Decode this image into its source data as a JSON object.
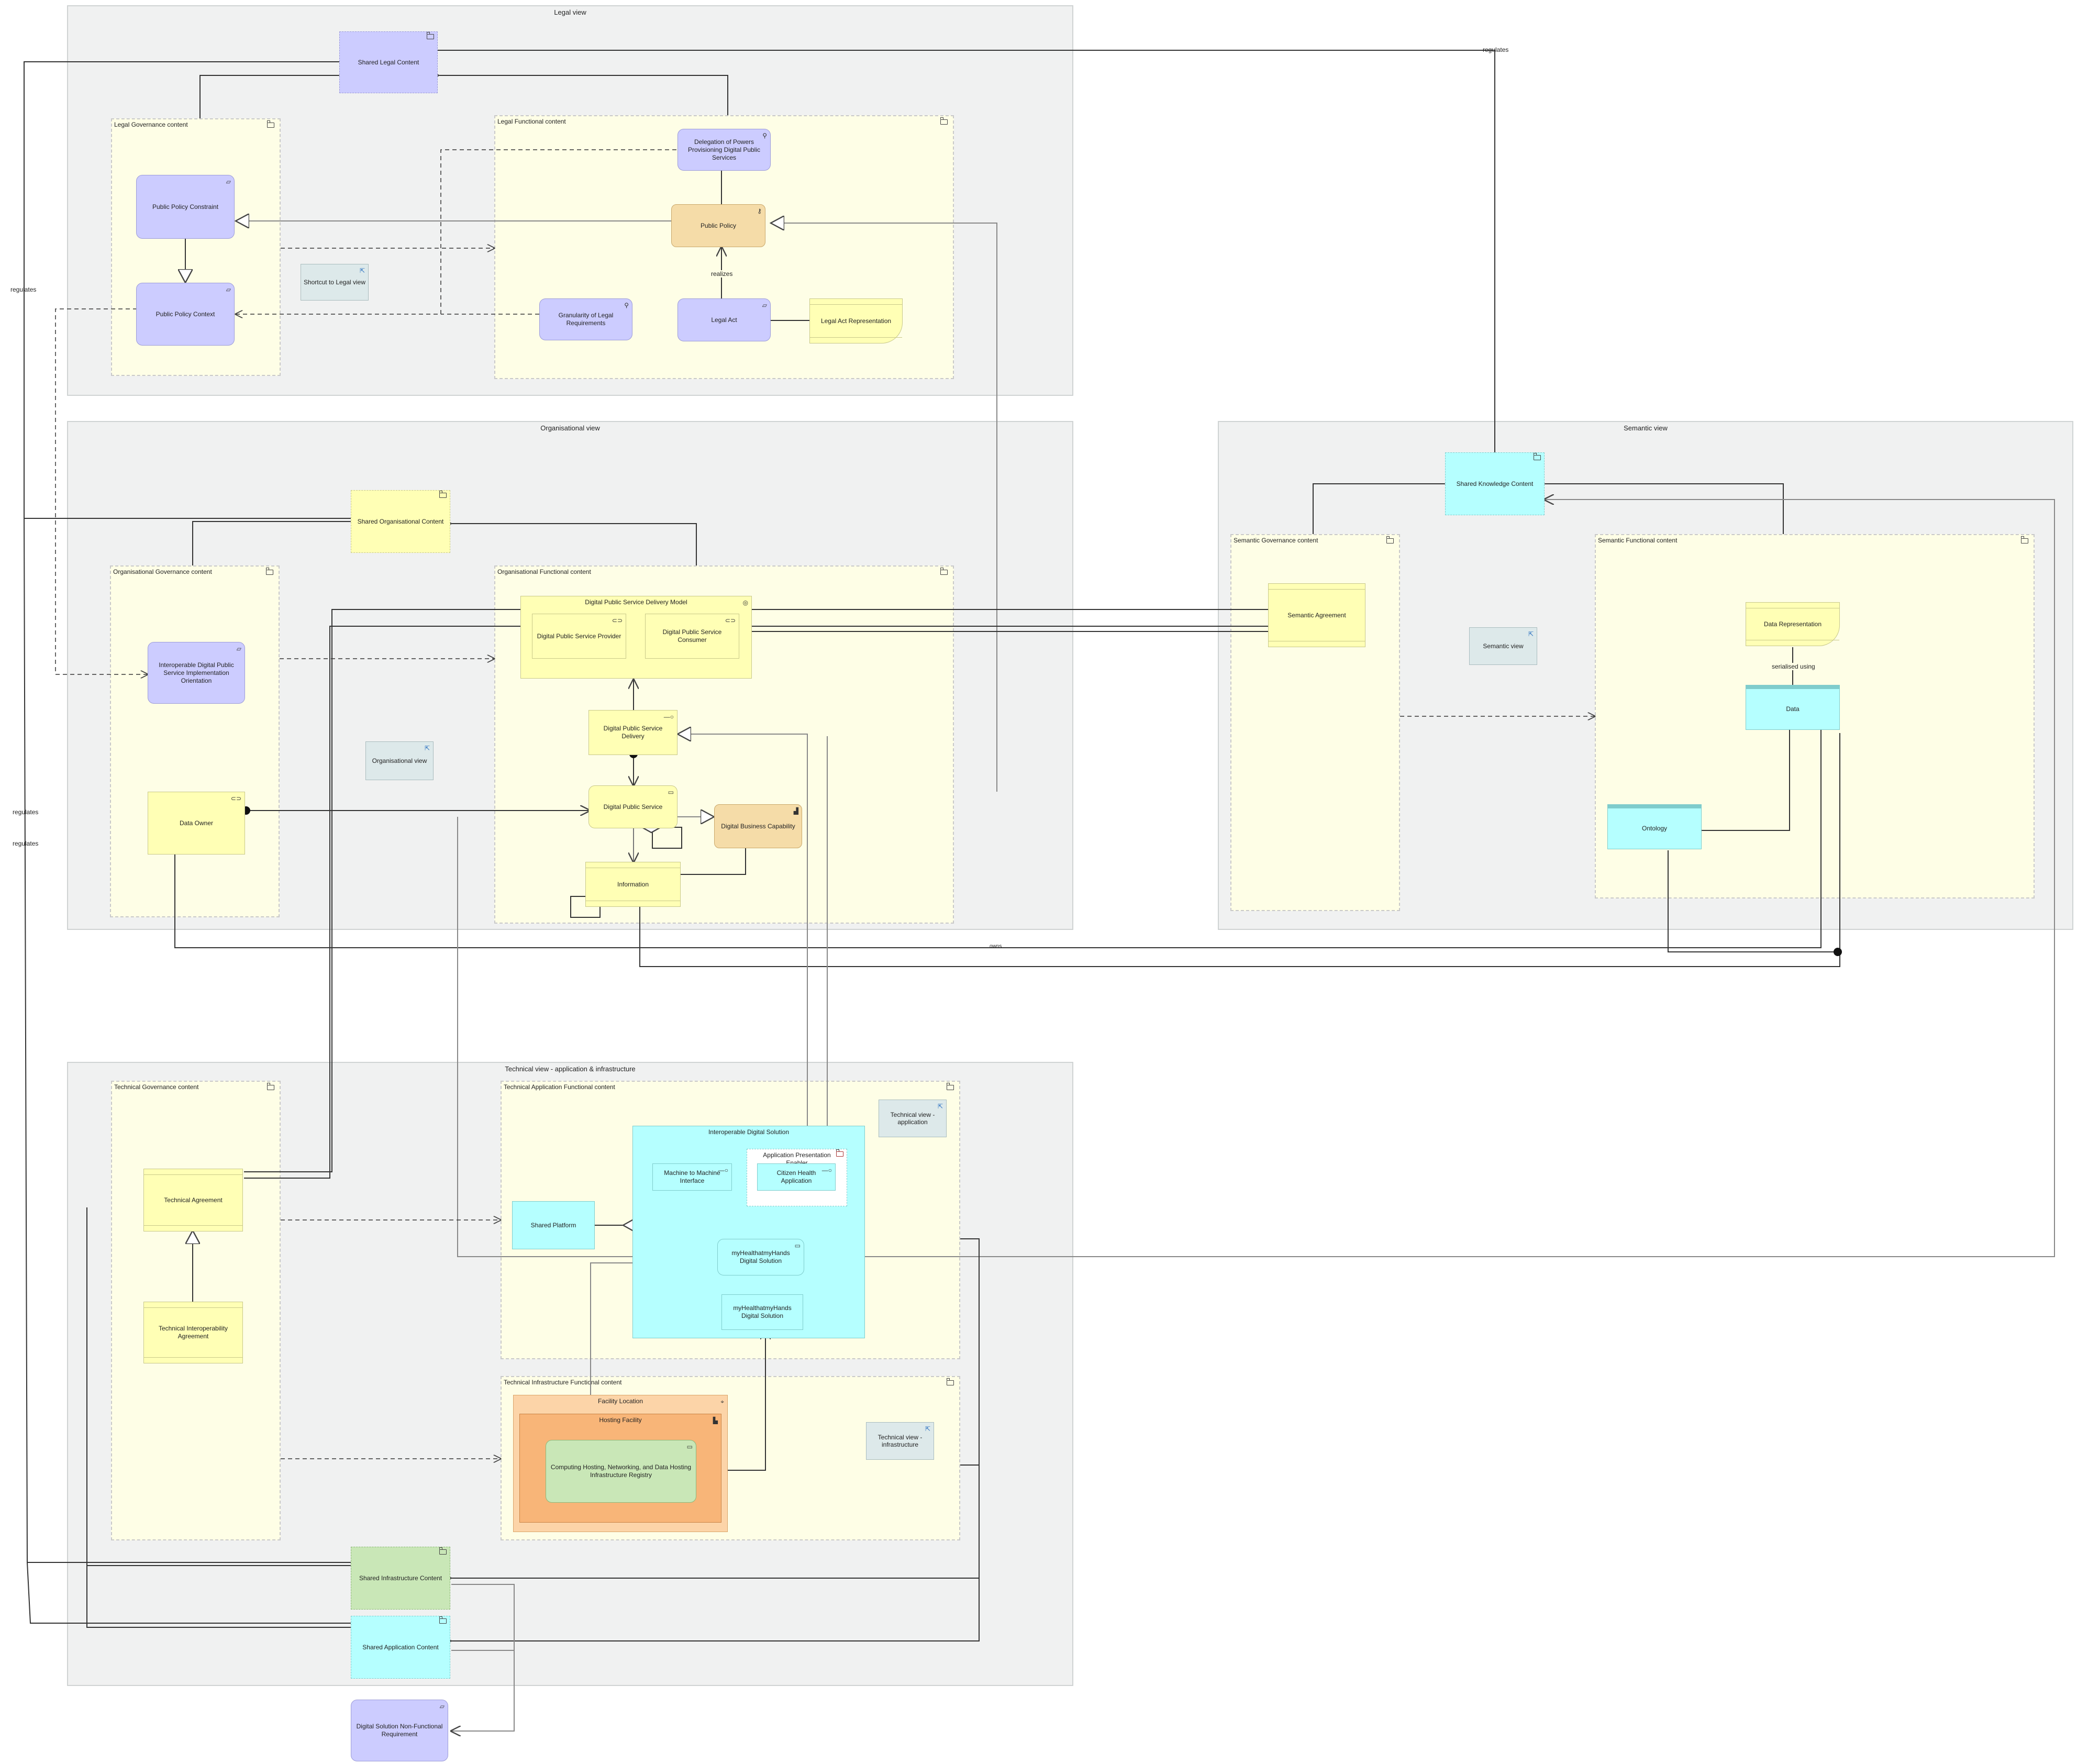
{
  "groups": {
    "legal": "Legal view",
    "organisational": "Organisational view",
    "semantic": "Semantic view",
    "technical": "Technical view - application & infrastructure"
  },
  "folders": {
    "legal_governance": "Legal Governance content",
    "legal_functional": "Legal Functional content",
    "org_governance": "Organisational Governance content",
    "org_functional": "Organisational Functional content",
    "sem_governance": "Semantic Governance content",
    "sem_functional": "Semantic Functional content",
    "tech_governance": "Technical Governance content",
    "tech_app_functional": "Technical Application Functional content",
    "tech_infra_functional": "Technical Infrastructure Functional content"
  },
  "nodes": {
    "shared_legal": "Shared Legal Content",
    "public_policy_constraint": "Public Policy Constraint",
    "public_policy_context": "Public Policy Context",
    "shortcut_legal": "Shortcut to Legal view",
    "delegation": "Delegation of Powers Provisioning Digital Public Services",
    "public_policy": "Public Policy",
    "granularity": "Granularity of Legal Requirements",
    "legal_act": "Legal Act",
    "legal_act_repr": "Legal Act Representation",
    "shared_org": "Shared Organisational Content",
    "interoperable_orientation": "Interoperable Digital Public Service Implementation Orientation",
    "org_view_ref": "Organisational view",
    "data_owner": "Data Owner",
    "delivery_model": "Digital Public Service Delivery Model",
    "provider": "Digital Public Service Provider",
    "consumer": "Digital Public Service Consumer",
    "delivery": "Digital Public Service Delivery",
    "public_service": "Digital Public Service",
    "business_capability": "Digital Business Capability",
    "information": "Information",
    "shared_knowledge": "Shared Knowledge Content",
    "semantic_agreement": "Semantic Agreement",
    "semantic_view_ref": "Semantic view",
    "data_representation": "Data Representation",
    "data": "Data",
    "ontology": "Ontology",
    "tech_view_app": "Technical view - application",
    "technical_agreement": "Technical Agreement",
    "tech_interop_agreement": "Technical Interoperability Agreement",
    "shared_platform": "Shared Platform",
    "interop_solution": "Interoperable Digital Solution",
    "m2m": "Machine to Machine Interface",
    "app_presentation": "Application Presentation Enabler",
    "citizen_app": "Citizen Health Application",
    "mhmh_solution_service": "myHealthatmyHands Digital Solution",
    "mhmh_solution_comp": "myHealthatmyHands Digital Solution",
    "facility_location": "Facility Location",
    "hosting_facility": "Hosting Facility",
    "computing_hosting": "Computing Hosting, Networking, and Data Hosting Infrastructure Registry",
    "tech_view_infra": "Technical view - infrastructure",
    "shared_infra": "Shared Infrastructure Content",
    "shared_app": "Shared Application Content",
    "nonfunctional": "Digital Solution Non-Functional Requirement"
  },
  "edge_labels": {
    "regulates_top": "regulates",
    "regulates_left1": "regulates",
    "regulates_left2": "regulates",
    "regulates_left3": "regulates",
    "realizes": "realizes",
    "serialised_using": "serialised using",
    "owns": "owns"
  },
  "colors": {
    "group_bg": "#f0f1f1",
    "folder_bg": "#fefee6",
    "business_yellow": "#ffffb5",
    "motivation_purple": "#ccccff",
    "application_cyan": "#b5ffff",
    "technology_green": "#c9e7b7",
    "strategy_peach": "#f5dca8",
    "location_orange": "#fcd4a8"
  }
}
